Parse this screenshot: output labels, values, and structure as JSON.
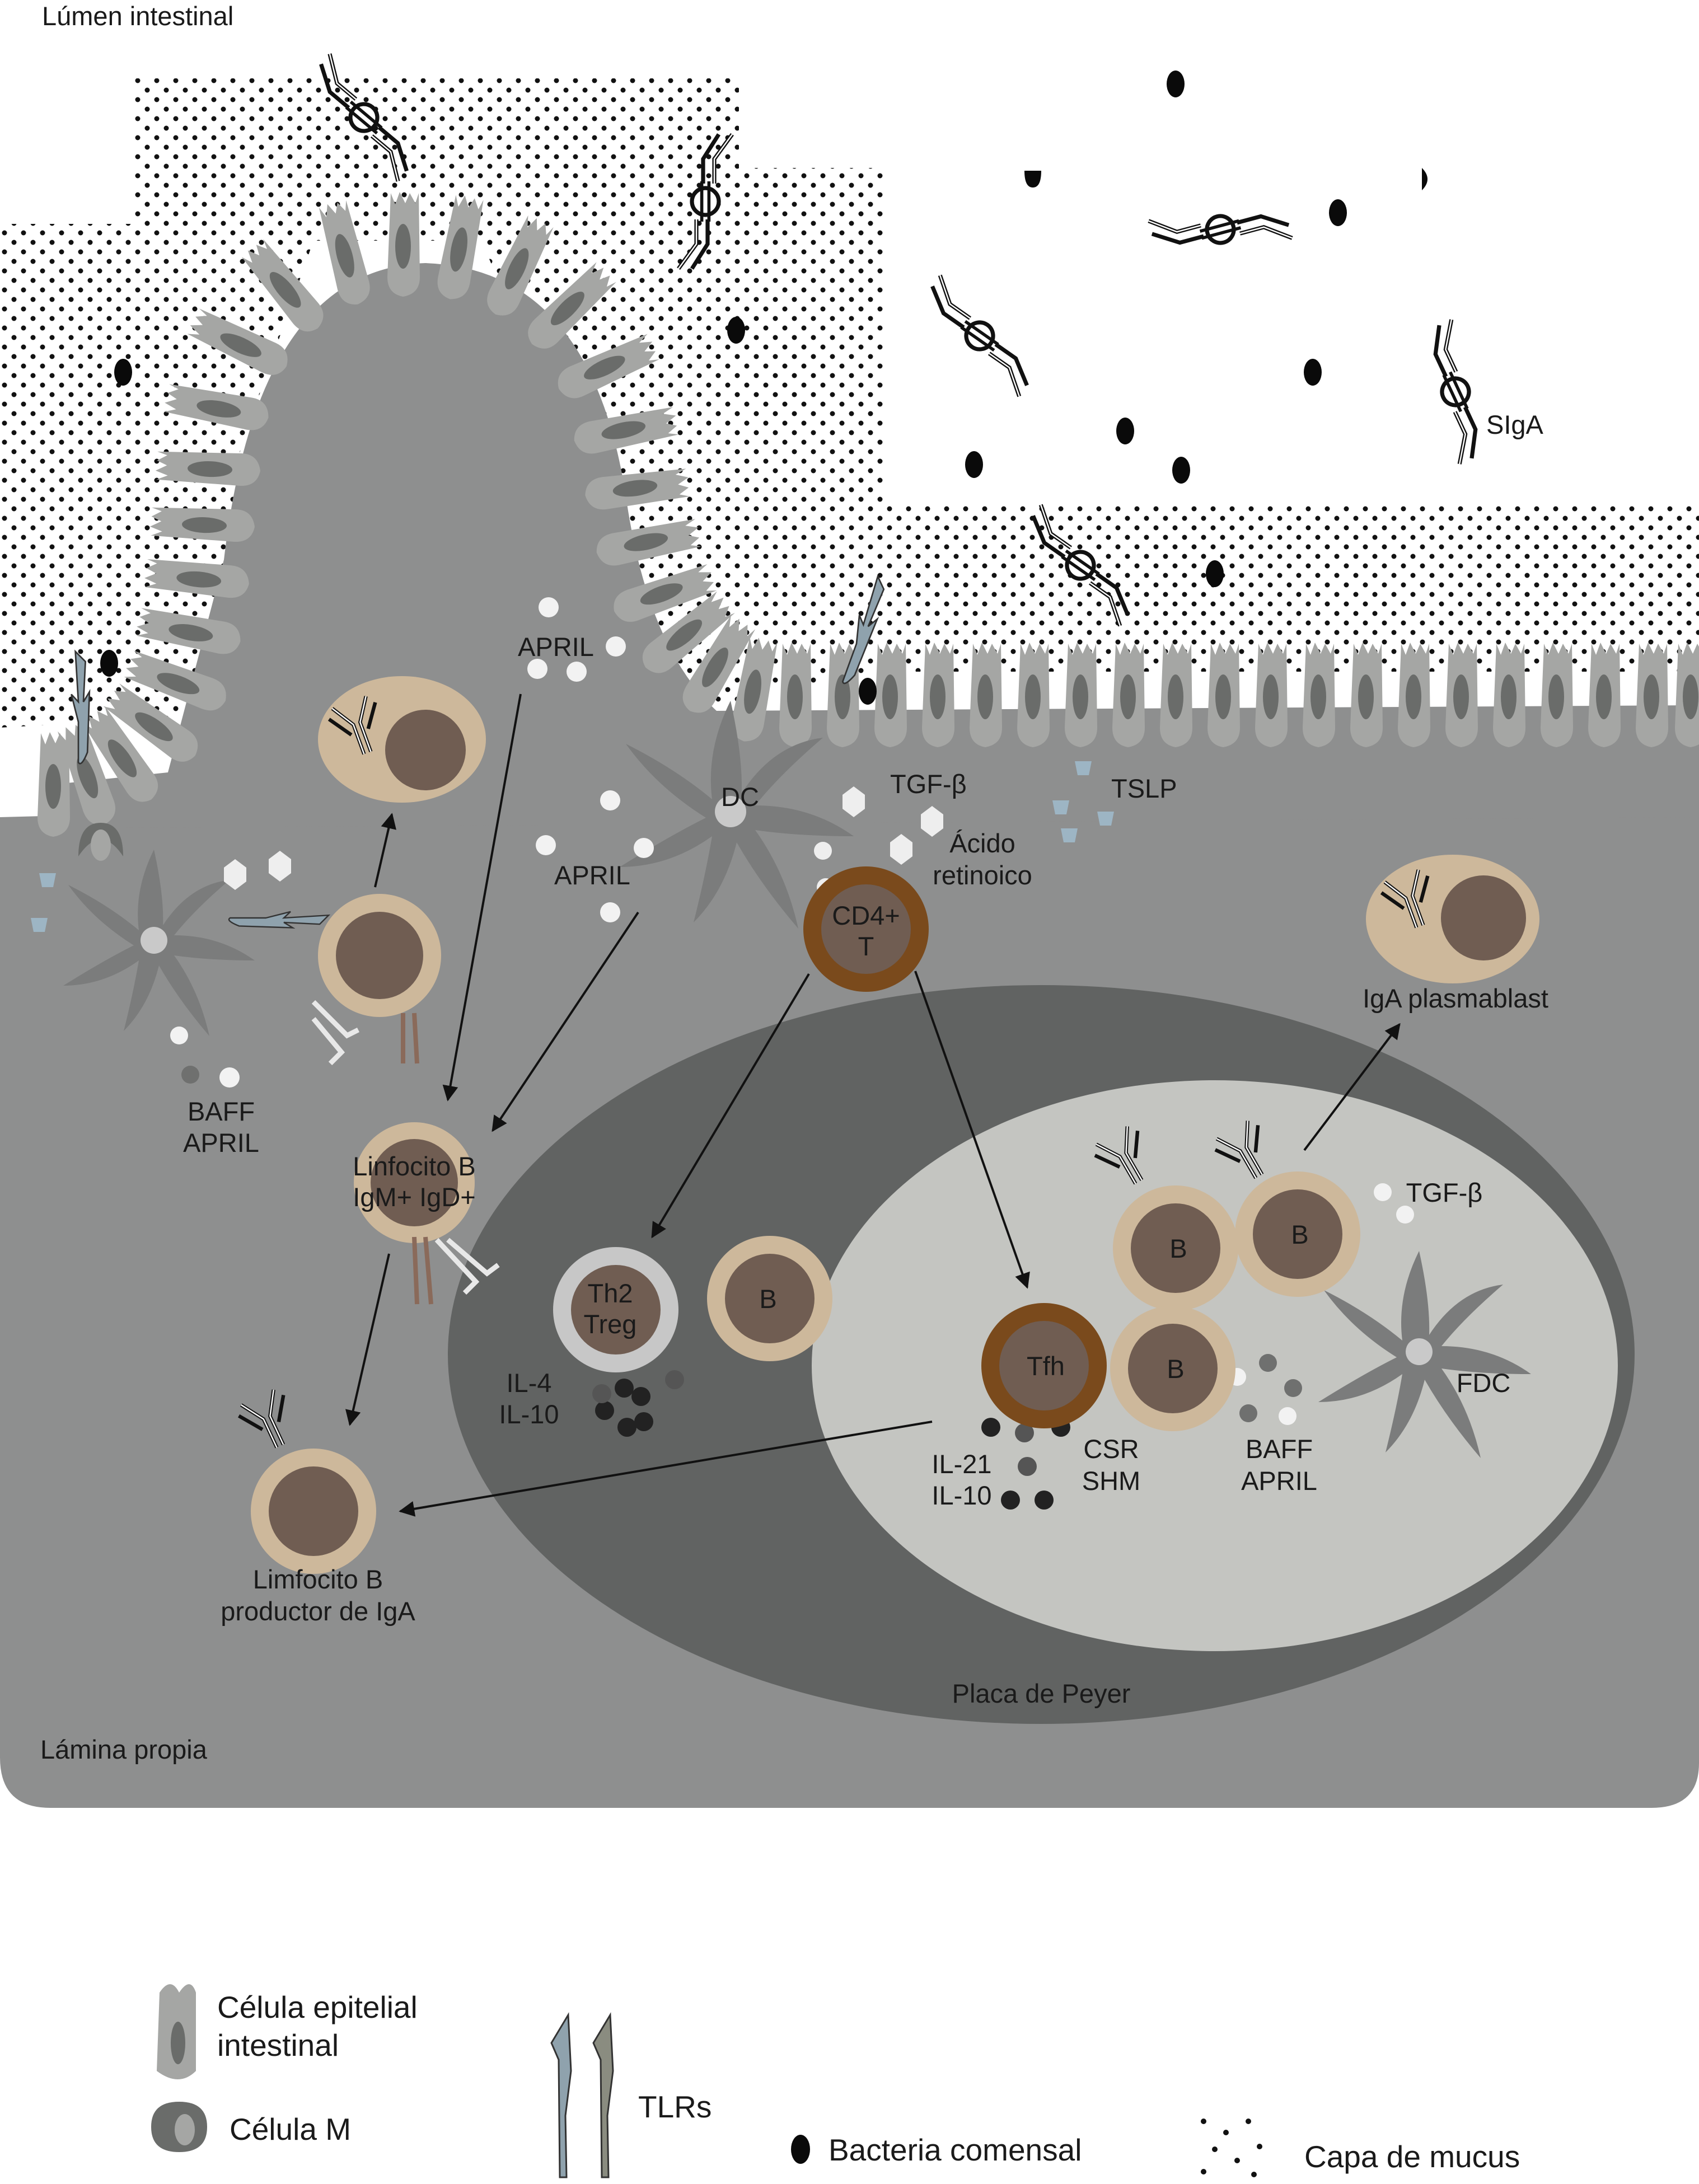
{
  "labels": {
    "lumen": "Lúmen intestinal",
    "lamina_propia": "Lámina propia",
    "placa_peyer": "Placa de Peyer",
    "siga": "SIgA",
    "april_top": "APRIL",
    "april_mid": "APRIL",
    "dc": "DC",
    "tgf_beta_top": "TGF-β",
    "tslp": "TSLP",
    "acido_retinoico": [
      "Ácido",
      "retinoico"
    ],
    "cd4t": [
      "CD4+",
      "T"
    ],
    "iga_plasmablast": "IgA plasmablast",
    "baff_april_left": [
      "BAFF",
      "APRIL"
    ],
    "linfocito_b_igm": [
      "Linfocito B",
      "IgM+ IgD+"
    ],
    "th2_treg": [
      "Th2",
      "Treg"
    ],
    "il4_il10": [
      "IL-4",
      "IL-10"
    ],
    "b_cell": "B",
    "tfh": "Tfh",
    "il21_il10": [
      "IL-21",
      "IL-10"
    ],
    "csr_shm": [
      "CSR",
      "SHM"
    ],
    "baff_april_right": [
      "BAFF",
      "APRIL"
    ],
    "fdc": "FDC",
    "tgf_beta_right": "TGF-β",
    "linfocito_b_iga": [
      "Limfocito B",
      "productor de IgA"
    ]
  },
  "legend": {
    "epithelial": [
      "Célula epitelial",
      "intestinal"
    ],
    "m_cell": "Célula M",
    "tlrs": "TLRs",
    "bacteria": "Bacteria comensal",
    "mucus": "Capa de mucus"
  },
  "colors": {
    "lamina": "#8e8f8f",
    "epithelium": "#a5a6a4",
    "nucleus_epi": "#6a6c6a",
    "peyer_outer": "#616362",
    "peyer_inner": "#c4c5c1",
    "cell_ring": "#cdb89b",
    "cell_core": "#705d52",
    "tcell_ring": "#7a4a1c",
    "bacteria": "#0a0a0a",
    "tlr": "#8fa2ad"
  }
}
